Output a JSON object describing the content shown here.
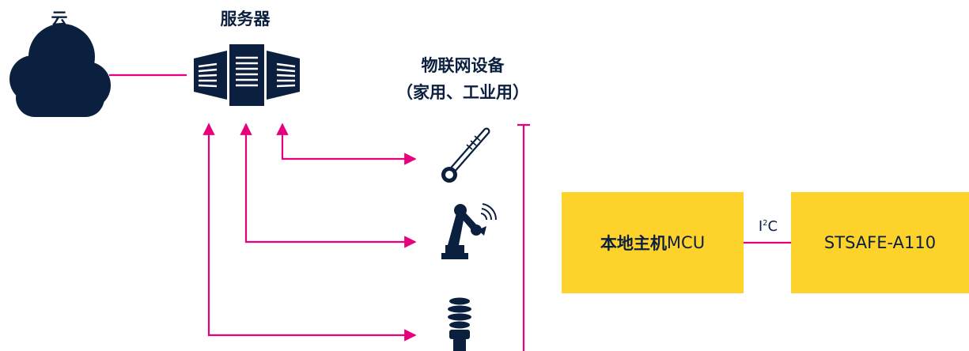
{
  "labels": {
    "cloud": "云",
    "servers": "服务器",
    "iot_line1": "物联网设备",
    "iot_line2": "（家用、工业用）"
  },
  "host_box": {
    "cn": "本地主机",
    "en": "MCU"
  },
  "stsafe_box": {
    "text": "STSAFE-A110"
  },
  "i2c": {
    "base": "I",
    "sup": "2",
    "tail": "C"
  },
  "colors": {
    "navy": "#0b1f3f",
    "magenta": "#e6007e",
    "yellow": "#fdd22a"
  },
  "icons": [
    "cloud-icon",
    "server-rack-icon",
    "thermometer-icon",
    "robot-arm-icon",
    "light-bulb-icon"
  ]
}
